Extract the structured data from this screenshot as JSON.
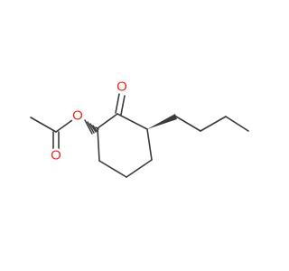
{
  "atom_labels": {
    "ketone_oxygen": "O",
    "ester_oxygen": "O",
    "carbonyl_oxygen": "O"
  },
  "colors": {
    "bond": "#3a3a3a",
    "oxygen": "#e8291c",
    "background": "#ffffff"
  }
}
